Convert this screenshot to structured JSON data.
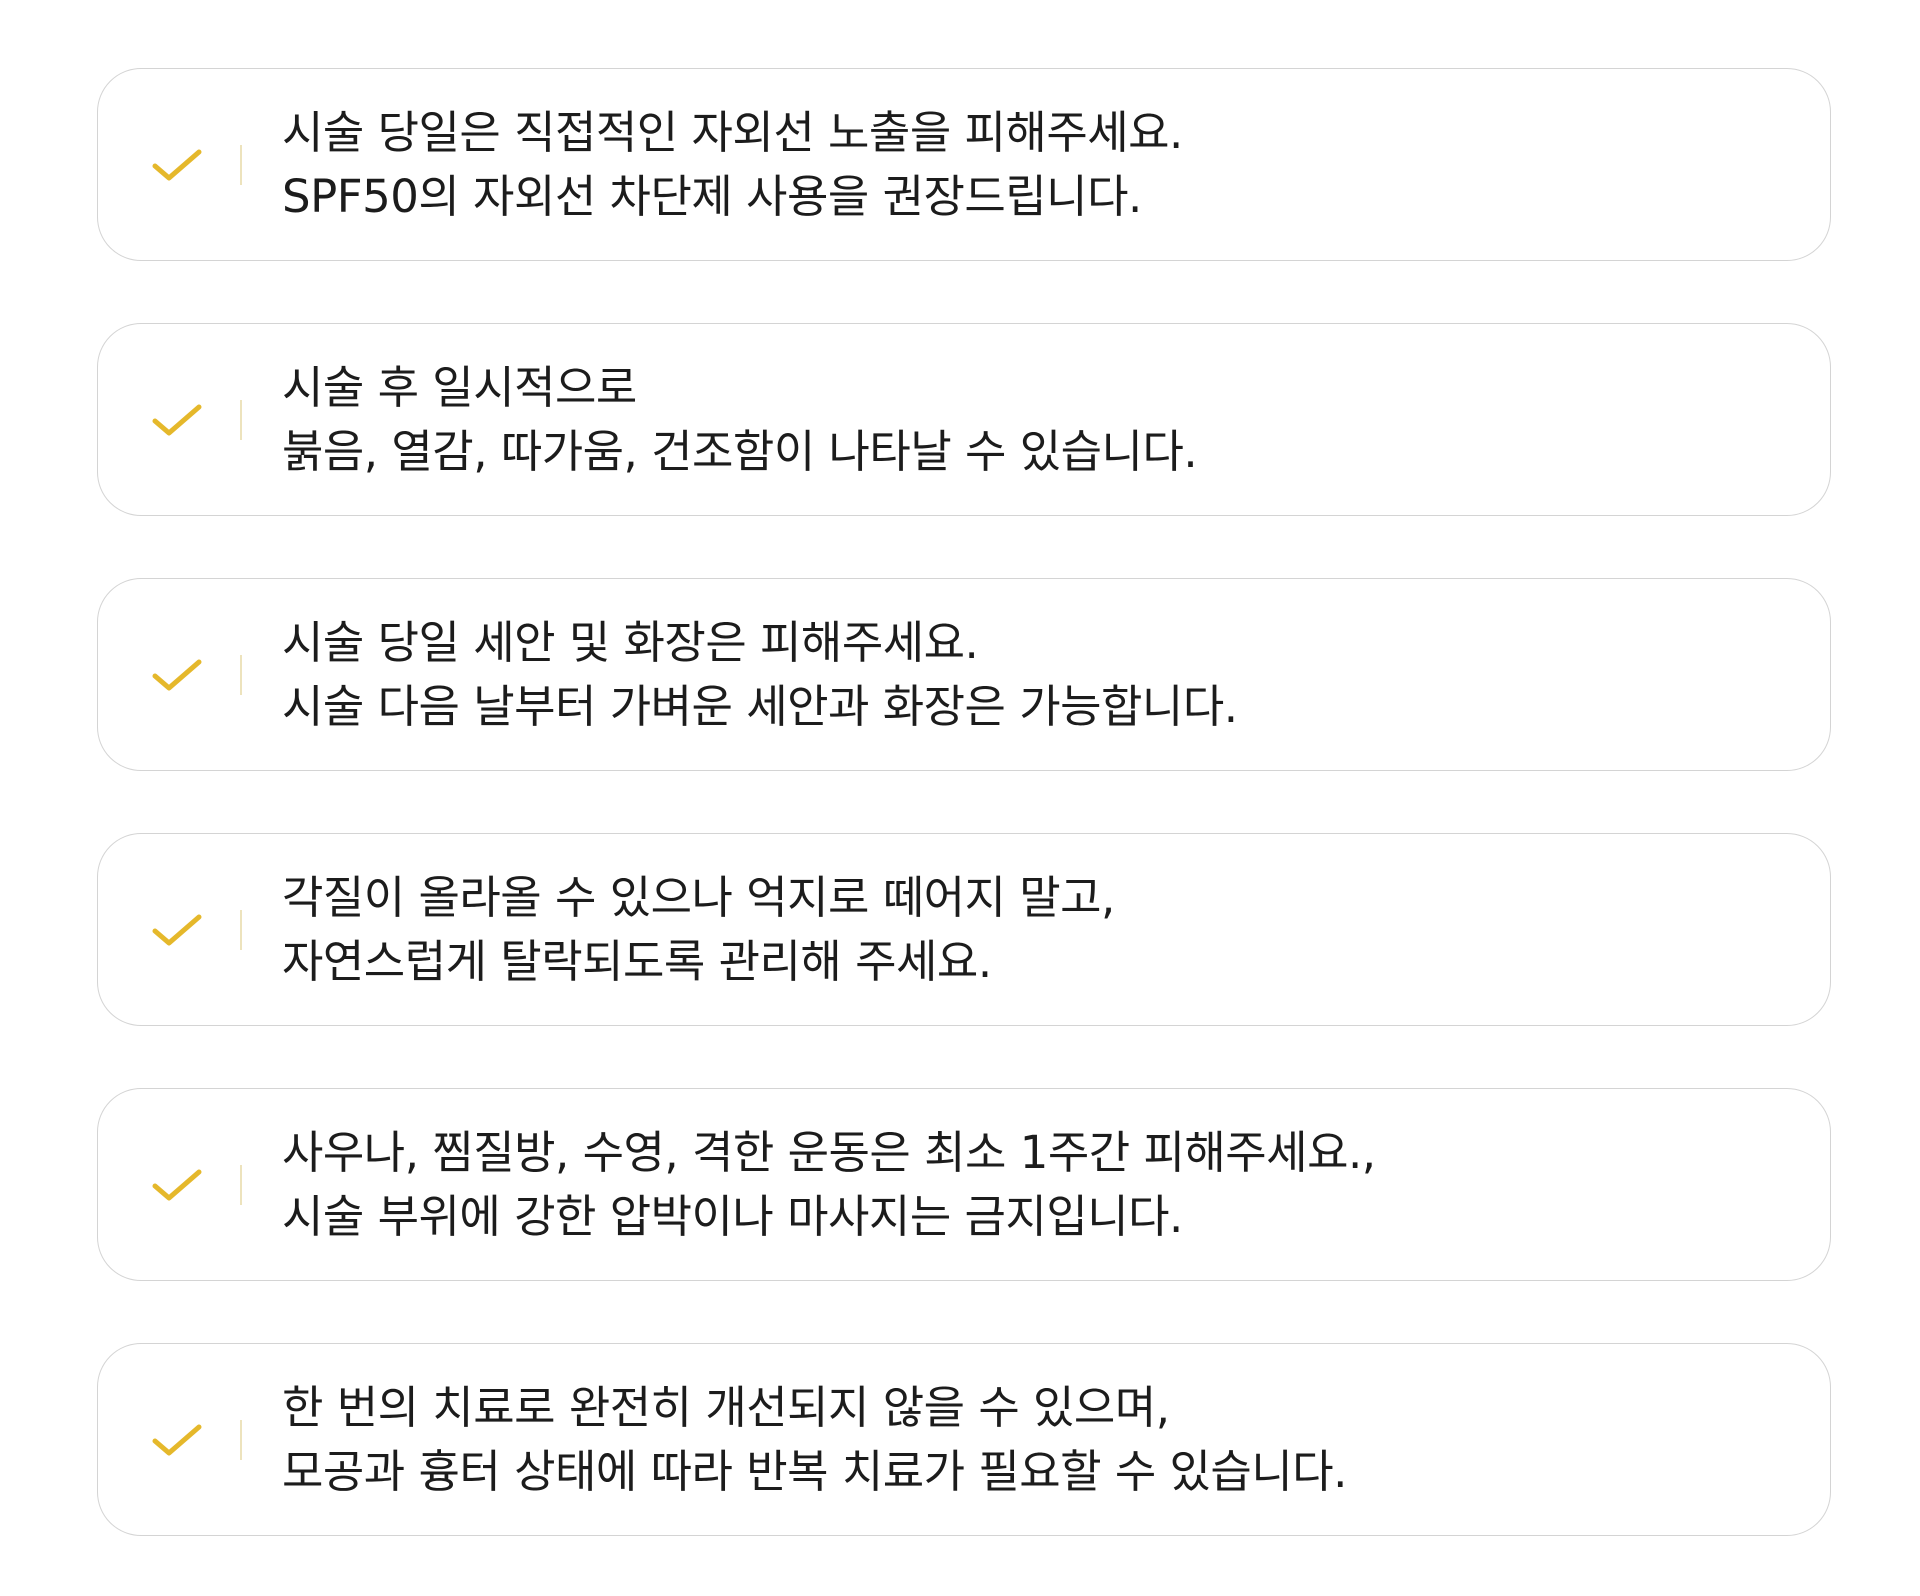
{
  "accent_color": "#e5b82b",
  "check_icon": "checkmark-icon",
  "notices": [
    {
      "line1": "시술 당일은 직접적인 자외선 노출을 피해주세요.",
      "line2": "SPF50의 자외선 차단제 사용을 권장드립니다."
    },
    {
      "line1": "시술 후 일시적으로",
      "line2": "붉음, 열감, 따가움, 건조함이 나타날 수 있습니다."
    },
    {
      "line1": "시술 당일 세안 및 화장은 피해주세요.",
      "line2": "시술 다음 날부터 가벼운 세안과 화장은 가능합니다."
    },
    {
      "line1": "각질이 올라올 수 있으나 억지로 떼어지 말고,",
      "line2": "자연스럽게 탈락되도록 관리해 주세요."
    },
    {
      "line1": "사우나, 찜질방, 수영, 격한 운동은 최소 1주간 피해주세요.,",
      "line2": "시술 부위에 강한 압박이나 마사지는 금지입니다."
    },
    {
      "line1": "한 번의 치료로 완전히 개선되지 않을 수 있으며,",
      "line2": "모공과 흉터 상태에 따라 반복 치료가 필요할 수 있습니다."
    }
  ]
}
